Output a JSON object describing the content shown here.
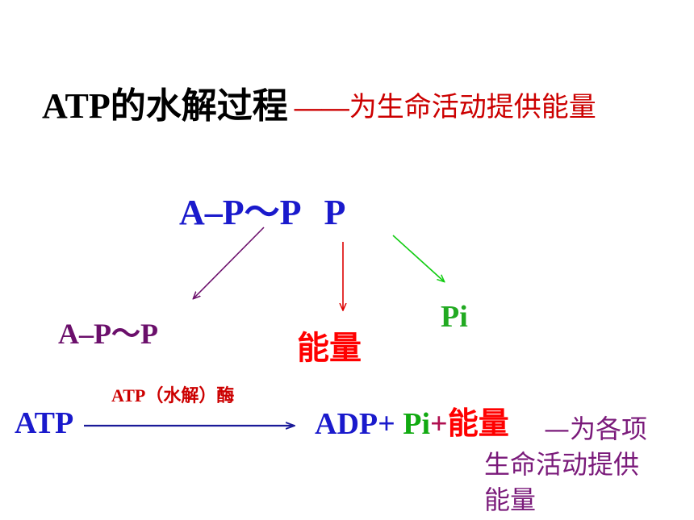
{
  "title": {
    "main": "ATP的水解过程",
    "dash": "——",
    "subtitle": "为生命活动提供能量"
  },
  "structure": {
    "atp_part1": "A–P～P",
    "atp_part2": "P"
  },
  "products": {
    "adp": "A–P～P",
    "energy": "能量",
    "pi": "Pi"
  },
  "equation": {
    "reactant": "ATP",
    "enzyme_label": "ATP（水解）酶",
    "adp": "ADP+",
    "pi": "Pi",
    "plus": "+",
    "energy": "能量"
  },
  "note": {
    "line1": "—为各项",
    "line2": "生命活动提供",
    "line3": "能量"
  },
  "colors": {
    "arrow_purple": "#6b0f6b",
    "arrow_red": "#dd0000",
    "arrow_green": "#11cc11",
    "arrow_blue": "#1a1a99"
  }
}
